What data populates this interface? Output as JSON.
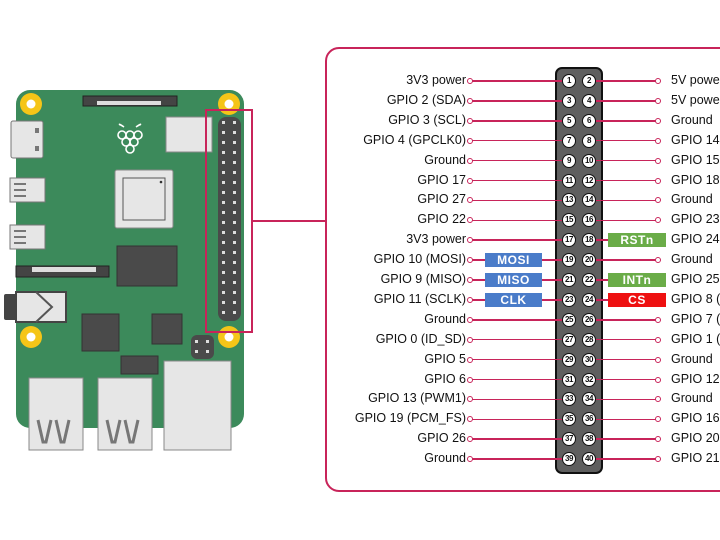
{
  "colors": {
    "accent": "#c8245a",
    "board_green": "#3c8a5b",
    "mount_hole": "#f5c518",
    "header_bg": "#5f5f5f",
    "spi_blue": "#4a7cc9",
    "ctrl_green": "#6aac48",
    "cs_red": "#ee1111"
  },
  "board": {
    "name": "Raspberry Pi board",
    "logo": "raspberry-logo"
  },
  "pinout": {
    "rows": [
      {
        "left_pin": "1",
        "right_pin": "2",
        "left_label": "3V3 power",
        "right_label": "5V powe"
      },
      {
        "left_pin": "3",
        "right_pin": "4",
        "left_label": "GPIO 2 (SDA)",
        "right_label": "5V powe"
      },
      {
        "left_pin": "5",
        "right_pin": "6",
        "left_label": "GPIO 3 (SCL)",
        "right_label": "Ground"
      },
      {
        "left_pin": "7",
        "right_pin": "8",
        "left_label": "GPIO 4 (GPCLK0)",
        "right_label": "GPIO 14"
      },
      {
        "left_pin": "9",
        "right_pin": "10",
        "left_label": "Ground",
        "right_label": "GPIO 15"
      },
      {
        "left_pin": "11",
        "right_pin": "12",
        "left_label": "GPIO 17",
        "right_label": "GPIO 18"
      },
      {
        "left_pin": "13",
        "right_pin": "14",
        "left_label": "GPIO 27",
        "right_label": "Ground"
      },
      {
        "left_pin": "15",
        "right_pin": "16",
        "left_label": "GPIO 22",
        "right_label": "GPIO 23"
      },
      {
        "left_pin": "17",
        "right_pin": "18",
        "left_label": "3V3 power",
        "right_label": "GPIO 24",
        "right_tag": "RSTn",
        "right_tag_color": "green"
      },
      {
        "left_pin": "19",
        "right_pin": "20",
        "left_label": "GPIO 10 (MOSI)",
        "right_label": "Ground",
        "left_tag": "MOSI",
        "left_tag_color": "blue"
      },
      {
        "left_pin": "21",
        "right_pin": "22",
        "left_label": "GPIO 9 (MISO)",
        "right_label": "GPIO 25",
        "left_tag": "MISO",
        "left_tag_color": "blue",
        "right_tag": "INTn",
        "right_tag_color": "green"
      },
      {
        "left_pin": "23",
        "right_pin": "24",
        "left_label": "GPIO 11 (SCLK)",
        "right_label": "GPIO 8 (",
        "left_tag": "CLK",
        "left_tag_color": "blue",
        "right_tag": "CS",
        "right_tag_color": "red"
      },
      {
        "left_pin": "25",
        "right_pin": "26",
        "left_label": "Ground",
        "right_label": "GPIO 7 ("
      },
      {
        "left_pin": "27",
        "right_pin": "28",
        "left_label": "GPIO 0 (ID_SD)",
        "right_label": "GPIO 1 ("
      },
      {
        "left_pin": "29",
        "right_pin": "30",
        "left_label": "GPIO 5",
        "right_label": "Ground"
      },
      {
        "left_pin": "31",
        "right_pin": "32",
        "left_label": "GPIO 6",
        "right_label": "GPIO 12"
      },
      {
        "left_pin": "33",
        "right_pin": "34",
        "left_label": "GPIO 13 (PWM1)",
        "right_label": "Ground"
      },
      {
        "left_pin": "35",
        "right_pin": "36",
        "left_label": "GPIO 19 (PCM_FS)",
        "right_label": "GPIO 16"
      },
      {
        "left_pin": "37",
        "right_pin": "38",
        "left_label": "GPIO 26",
        "right_label": "GPIO 20"
      },
      {
        "left_pin": "39",
        "right_pin": "40",
        "left_label": "Ground",
        "right_label": "GPIO 21"
      }
    ]
  }
}
